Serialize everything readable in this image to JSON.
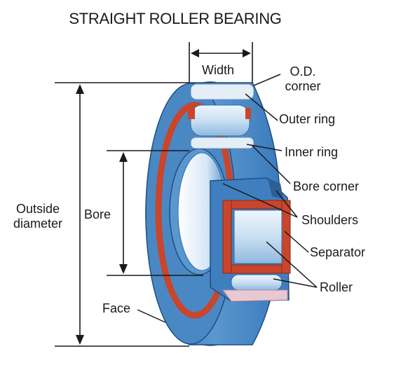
{
  "title": "STRAIGHT ROLLER BEARING",
  "labels": {
    "width": "Width",
    "od_corner_line1": "O.D.",
    "od_corner_line2": "corner",
    "outer_ring": "Outer ring",
    "inner_ring": "Inner ring",
    "bore_corner": "Bore corner",
    "shoulders": "Shoulders",
    "separator": "Separator",
    "roller": "Roller",
    "outside_diameter_line1": "Outside",
    "outside_diameter_line2": "diameter",
    "bore": "Bore",
    "face": "Face"
  },
  "colors": {
    "ring_blue": "#5b97cf",
    "ring_blue_dark": "#2f6fae",
    "ring_light": "#bcd8ef",
    "separator_red": "#c9452b",
    "roller_light": "#d6e9f7",
    "corner_pink": "#e8c9d3",
    "line": "#1a1a1a"
  }
}
